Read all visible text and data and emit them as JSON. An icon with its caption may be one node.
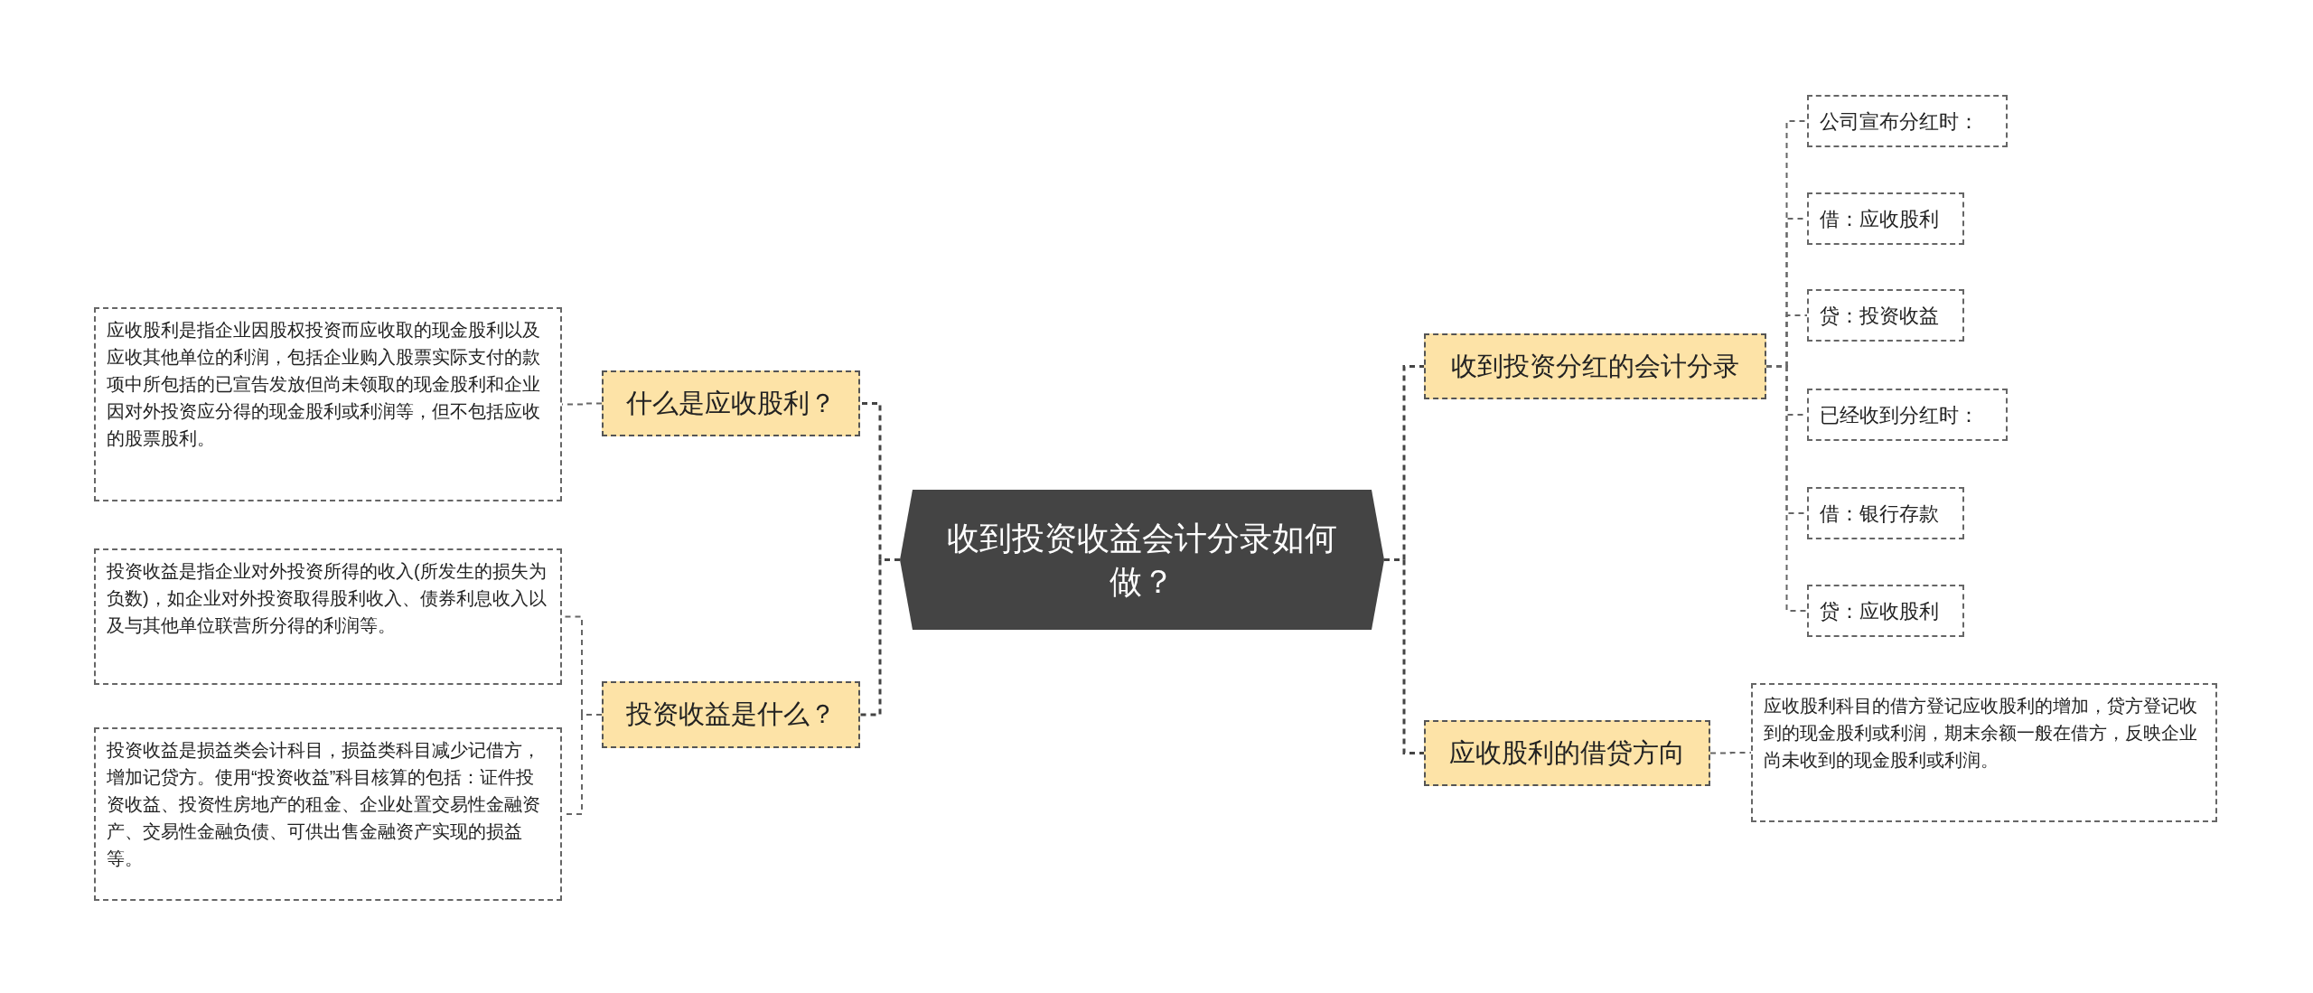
{
  "diagram": {
    "nodes": [
      {
        "text": [
          "收到投资收益会计分录如何做？"
        ]
      },
      {
        "text": [
          "什么是应收股利？"
        ]
      },
      {
        "text": [
          "应收股利是指企业因股权投资而应收取的现金股利以及应收其他单位的利润，包括企业购入股票实际支付的款项中所包括的已宣告发放但尚未领取的现金股利和企业因对外投资应分得的现金股利或利润等，但不包括应收的股票股利。"
        ]
      },
      {
        "text": [
          "投资收益是什么？"
        ]
      },
      {
        "text": [
          "投资收益是指企业对外投资所得的收入(所发生的损失为负数)，如企业对外投资取得股利收入、债券利息收入以及与其他单位联营所分得的利润等。"
        ]
      },
      {
        "text": [
          "投资收益是损益类会计科目，损益类科目减少记借方，增加记贷方。使用“投资收益”科目核算的包括：证件投资收益、投资性房地产的租金、企业处置交易性金融资产、交易性金融负债、可供出售金融资产实现的损益等。"
        ]
      },
      {
        "text": [
          "收到投资分红的会计分录"
        ]
      },
      {
        "text": [
          "公司宣布分红时："
        ]
      },
      {
        "text": [
          "借：应收股利"
        ]
      },
      {
        "text": [
          "贷：投资收益"
        ]
      },
      {
        "text": [
          "已经收到分红时："
        ]
      },
      {
        "text": [
          "借：银行存款"
        ]
      },
      {
        "text": [
          "贷：应收股利"
        ]
      },
      {
        "text": [
          "应收股利的借贷方向"
        ]
      },
      {
        "text": [
          "应收股利科目的借方登记应收股利的增加，贷方登记收到的现金股利或利润，期末余额一般在借方，反映企业尚未收到的现金股利或利润。"
        ]
      }
    ],
    "edges": [
      {
        "from": 0,
        "to": 1,
        "arrow": "none",
        "style": "dashed"
      },
      {
        "from": 1,
        "to": 2,
        "arrow": "none",
        "style": "dashed"
      },
      {
        "from": 0,
        "to": 3,
        "arrow": "none",
        "style": "dashed"
      },
      {
        "from": 3,
        "to": 4,
        "arrow": "none",
        "style": "dashed"
      },
      {
        "from": 3,
        "to": 5,
        "arrow": "none",
        "style": "dashed"
      },
      {
        "from": 0,
        "to": 6,
        "arrow": "none",
        "style": "dashed"
      },
      {
        "from": 6,
        "to": 7,
        "arrow": "none",
        "style": "dashed"
      },
      {
        "from": 6,
        "to": 8,
        "arrow": "none",
        "style": "dashed"
      },
      {
        "from": 6,
        "to": 9,
        "arrow": "none",
        "style": "dashed"
      },
      {
        "from": 6,
        "to": 10,
        "arrow": "none",
        "style": "dashed"
      },
      {
        "from": 6,
        "to": 11,
        "arrow": "none",
        "style": "dashed"
      },
      {
        "from": 6,
        "to": 12,
        "arrow": "none",
        "style": "dashed"
      },
      {
        "from": 0,
        "to": 13,
        "arrow": "none",
        "style": "dashed"
      },
      {
        "from": 13,
        "to": 14,
        "arrow": "none",
        "style": "dashed"
      }
    ]
  }
}
